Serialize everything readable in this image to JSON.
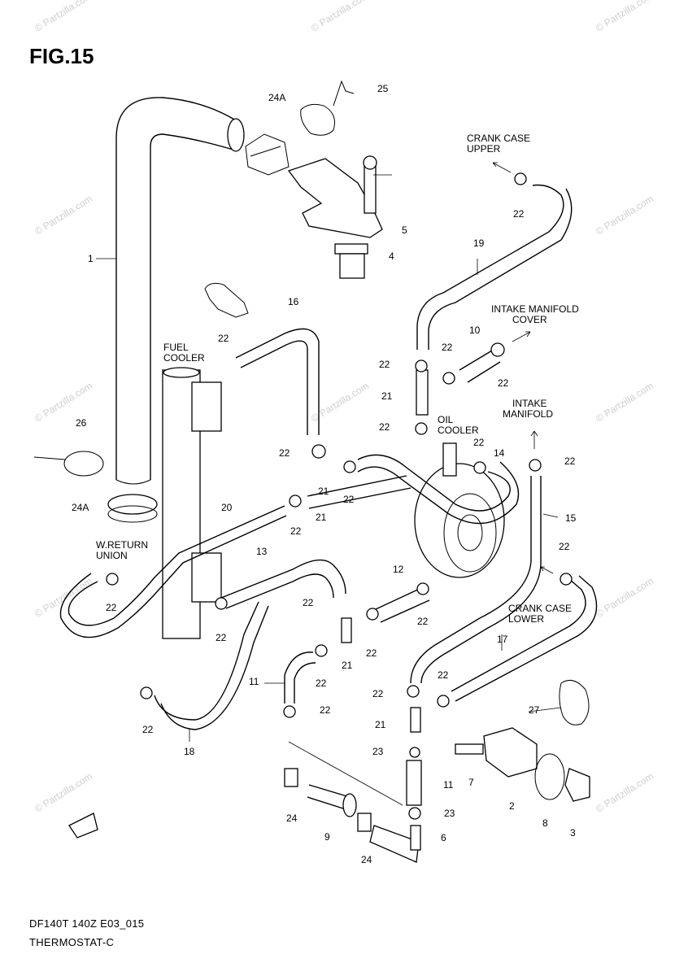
{
  "figure": {
    "title": "FIG.15",
    "footer_code": "DF140T 140Z E03_015",
    "footer_name": "THERMOSTAT-C"
  },
  "watermark": "© Partzilla.com",
  "flow_labels": {
    "crank_case_upper": [
      "CRANK CASE",
      "UPPER"
    ],
    "intake_manifold_cover": [
      "INTAKE MANIFOLD",
      "COVER"
    ],
    "intake_manifold": [
      "INTAKE",
      "MANIFOLD"
    ],
    "fuel_cooler": [
      "FUEL",
      "COOLER"
    ],
    "oil_cooler": [
      "OIL",
      "COOLER"
    ],
    "wreturn_union": [
      "W.RETURN",
      "UNION"
    ],
    "crank_case_lower": [
      "CRANK CASE",
      "LOWER"
    ]
  },
  "callouts": [
    "1",
    "2",
    "3",
    "4",
    "5",
    "6",
    "7",
    "8",
    "9",
    "10",
    "11",
    "11",
    "12",
    "13",
    "14",
    "15",
    "16",
    "17",
    "18",
    "19",
    "20",
    "21",
    "21",
    "21",
    "21",
    "21",
    "22",
    "22",
    "22",
    "22",
    "22",
    "22",
    "22",
    "22",
    "22",
    "22",
    "22",
    "22",
    "22",
    "22",
    "22",
    "22",
    "22",
    "22",
    "22",
    "22",
    "22",
    "22",
    "23",
    "23",
    "24",
    "24",
    "24A",
    "24A",
    "25",
    "26",
    "27"
  ]
}
